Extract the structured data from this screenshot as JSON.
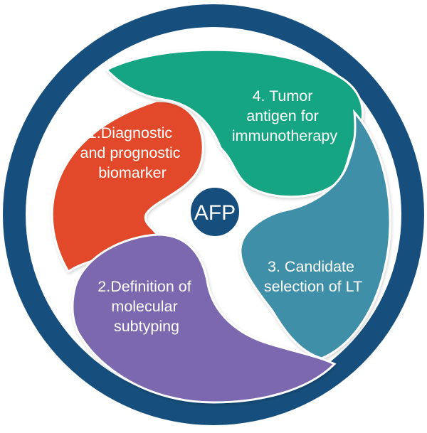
{
  "diagram": {
    "center": {
      "label": "AFP",
      "color": "#164F7D"
    },
    "ring": {
      "outer_color": "#164F7D",
      "inner_color": "#FFFFFF"
    },
    "segments": [
      {
        "id": 1,
        "lines": [
          "1.Diagnostic",
          "and prognostic",
          "biomarker"
        ],
        "color": "#E24A2B"
      },
      {
        "id": 2,
        "lines": [
          "2.Definition of",
          "molecular",
          "subtyping"
        ],
        "color": "#7B67AE"
      },
      {
        "id": 3,
        "lines": [
          "3. Candidate",
          "selection of LT"
        ],
        "color": "#3F8FA8"
      },
      {
        "id": 4,
        "lines": [
          "4. Tumor",
          "antigen for",
          "immunotherapy"
        ],
        "color": "#16A583"
      }
    ]
  }
}
